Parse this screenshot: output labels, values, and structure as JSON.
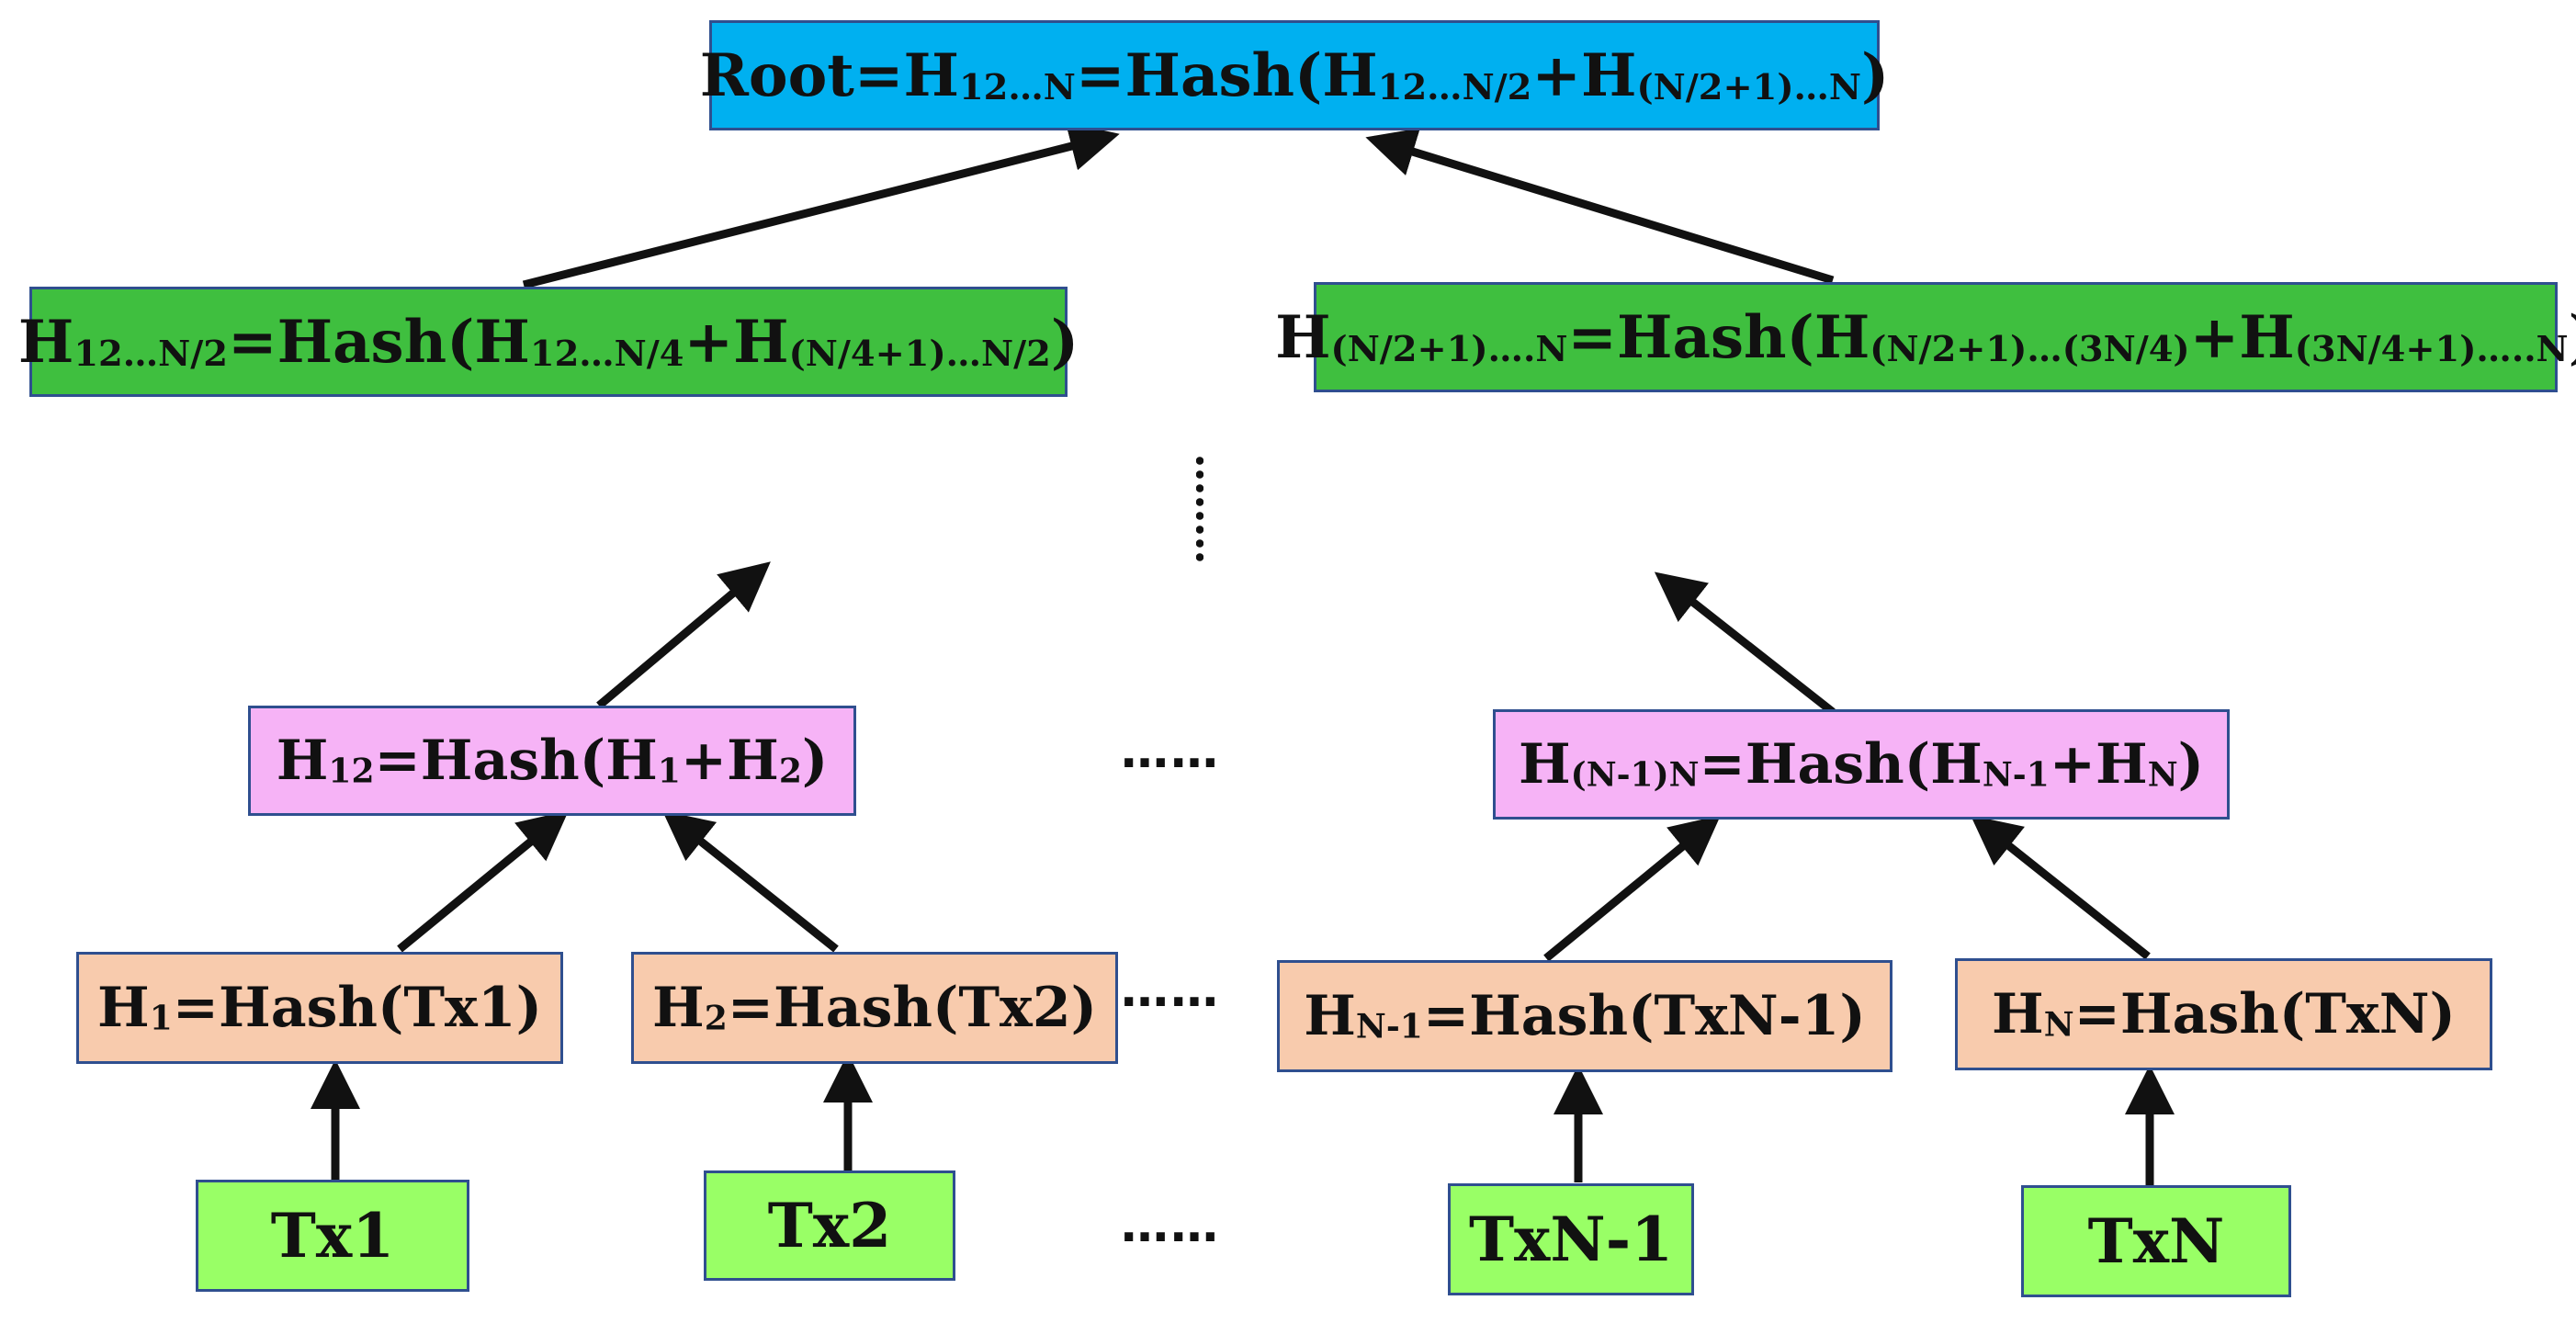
{
  "nodes": {
    "root": {
      "parts": [
        [
          "Root=H",
          ""
        ],
        [
          "12…N",
          "s"
        ],
        [
          "=Hash(H",
          ""
        ],
        [
          "12…N/2",
          "s"
        ],
        [
          "+H",
          ""
        ],
        [
          "(N/2+1)…N",
          "s"
        ],
        [
          ")",
          ""
        ]
      ]
    },
    "left": {
      "parts": [
        [
          "H",
          ""
        ],
        [
          "12…N/2",
          "s"
        ],
        [
          "=Hash(H",
          ""
        ],
        [
          "12…N/4",
          "s"
        ],
        [
          "+H",
          ""
        ],
        [
          "(N/4+1)…N/2",
          "s"
        ],
        [
          ")",
          ""
        ]
      ]
    },
    "right": {
      "parts": [
        [
          "H",
          ""
        ],
        [
          "(N/2+1)….N",
          "s"
        ],
        [
          "=Hash(H",
          ""
        ],
        [
          "(N/2+1)…(3N/4)",
          "s"
        ],
        [
          "+H",
          ""
        ],
        [
          "(3N/4+1)…..N",
          "s"
        ],
        [
          ")",
          ""
        ]
      ]
    },
    "h12": {
      "parts": [
        [
          "H",
          ""
        ],
        [
          "12",
          "s"
        ],
        [
          "=Hash(H",
          ""
        ],
        [
          "1",
          "s"
        ],
        [
          "+H",
          ""
        ],
        [
          "2",
          "s"
        ],
        [
          ")",
          ""
        ]
      ]
    },
    "hn1n": {
      "parts": [
        [
          "H",
          ""
        ],
        [
          "(N-1)N",
          "s"
        ],
        [
          "=Hash(H",
          ""
        ],
        [
          "N-1",
          "s"
        ],
        [
          "+H",
          ""
        ],
        [
          "N",
          "s"
        ],
        [
          ")",
          ""
        ]
      ]
    },
    "h1": {
      "parts": [
        [
          "H",
          ""
        ],
        [
          "1",
          "s"
        ],
        [
          "=Hash(Tx1)",
          ""
        ]
      ]
    },
    "h2": {
      "parts": [
        [
          "H",
          ""
        ],
        [
          "2",
          "s"
        ],
        [
          "=Hash(Tx2)",
          ""
        ]
      ]
    },
    "hn_1": {
      "parts": [
        [
          "H",
          ""
        ],
        [
          "N-1",
          "s"
        ],
        [
          "=Hash(TxN-1)",
          ""
        ]
      ]
    },
    "hn": {
      "parts": [
        [
          "H",
          ""
        ],
        [
          "N",
          "s"
        ],
        [
          "=Hash(TxN)",
          ""
        ]
      ]
    }
  },
  "tx": {
    "tx1": "Tx1",
    "tx2": "Tx2",
    "txn_1": "TxN-1",
    "txn": "TxN"
  },
  "ellipsis": {
    "pair_row": "……",
    "hash_row": "……",
    "tx_row": "……"
  },
  "colors": {
    "root": "#00b0f0",
    "level2": "#3fbf3f",
    "pair": "#f6b3f6",
    "leaf_hash": "#f8cbad",
    "tx": "#99ff66",
    "border": "#2f4f8f",
    "arrow": "#111111"
  }
}
